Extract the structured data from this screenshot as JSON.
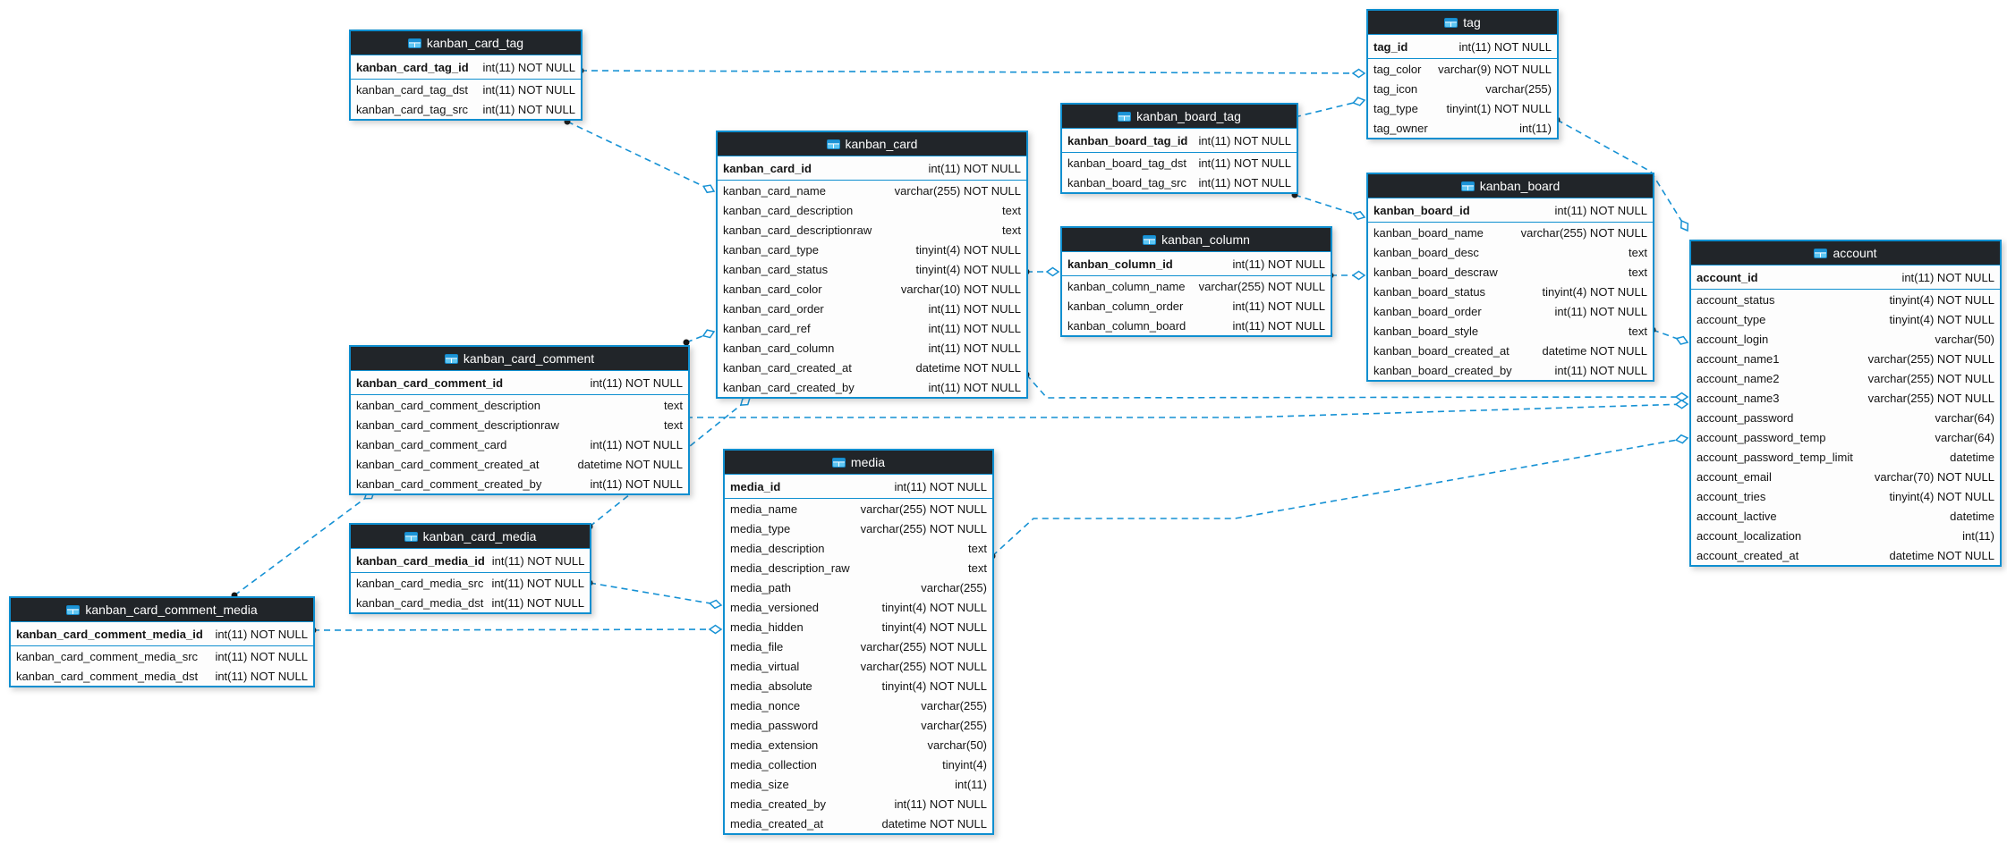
{
  "diagram": {
    "colors": {
      "accent_border": "#0f8fd0",
      "header_bg": "#212529",
      "header_text": "#ffffff",
      "line": "#1591d4",
      "dot": "#141414",
      "row_text": "#141414",
      "canvas_bg": "#ffffff"
    },
    "tables": [
      {
        "id": "kanban_card_tag",
        "name": "kanban_card_tag",
        "icon": "table-icon",
        "primary_key": {
          "name": "kanban_card_tag_id",
          "type": "int(11) NOT NULL"
        },
        "columns": [
          {
            "name": "kanban_card_tag_dst",
            "type": "int(11) NOT NULL"
          },
          {
            "name": "kanban_card_tag_src",
            "type": "int(11) NOT NULL"
          }
        ]
      },
      {
        "id": "kanban_card",
        "name": "kanban_card",
        "icon": "table-icon",
        "primary_key": {
          "name": "kanban_card_id",
          "type": "int(11) NOT NULL"
        },
        "columns": [
          {
            "name": "kanban_card_name",
            "type": "varchar(255) NOT NULL"
          },
          {
            "name": "kanban_card_description",
            "type": "text"
          },
          {
            "name": "kanban_card_descriptionraw",
            "type": "text"
          },
          {
            "name": "kanban_card_type",
            "type": "tinyint(4) NOT NULL"
          },
          {
            "name": "kanban_card_status",
            "type": "tinyint(4) NOT NULL"
          },
          {
            "name": "kanban_card_color",
            "type": "varchar(10) NOT NULL"
          },
          {
            "name": "kanban_card_order",
            "type": "int(11) NOT NULL"
          },
          {
            "name": "kanban_card_ref",
            "type": "int(11) NOT NULL"
          },
          {
            "name": "kanban_card_column",
            "type": "int(11) NOT NULL"
          },
          {
            "name": "kanban_card_created_at",
            "type": "datetime NOT NULL"
          },
          {
            "name": "kanban_card_created_by",
            "type": "int(11) NOT NULL"
          }
        ]
      },
      {
        "id": "kanban_card_comment",
        "name": "kanban_card_comment",
        "icon": "table-icon",
        "primary_key": {
          "name": "kanban_card_comment_id",
          "type": "int(11) NOT NULL"
        },
        "columns": [
          {
            "name": "kanban_card_comment_description",
            "type": "text"
          },
          {
            "name": "kanban_card_comment_descriptionraw",
            "type": "text"
          },
          {
            "name": "kanban_card_comment_card",
            "type": "int(11) NOT NULL"
          },
          {
            "name": "kanban_card_comment_created_at",
            "type": "datetime NOT NULL"
          },
          {
            "name": "kanban_card_comment_created_by",
            "type": "int(11) NOT NULL"
          }
        ]
      },
      {
        "id": "kanban_card_media",
        "name": "kanban_card_media",
        "icon": "table-icon",
        "primary_key": {
          "name": "kanban_card_media_id",
          "type": "int(11) NOT NULL"
        },
        "columns": [
          {
            "name": "kanban_card_media_src",
            "type": "int(11) NOT NULL"
          },
          {
            "name": "kanban_card_media_dst",
            "type": "int(11) NOT NULL"
          }
        ]
      },
      {
        "id": "kanban_card_comment_media",
        "name": "kanban_card_comment_media",
        "icon": "table-icon",
        "primary_key": {
          "name": "kanban_card_comment_media_id",
          "type": "int(11) NOT NULL"
        },
        "columns": [
          {
            "name": "kanban_card_comment_media_src",
            "type": "int(11) NOT NULL"
          },
          {
            "name": "kanban_card_comment_media_dst",
            "type": "int(11) NOT NULL"
          }
        ]
      },
      {
        "id": "media",
        "name": "media",
        "icon": "table-icon",
        "primary_key": {
          "name": "media_id",
          "type": "int(11) NOT NULL"
        },
        "columns": [
          {
            "name": "media_name",
            "type": "varchar(255) NOT NULL"
          },
          {
            "name": "media_type",
            "type": "varchar(255) NOT NULL"
          },
          {
            "name": "media_description",
            "type": "text"
          },
          {
            "name": "media_description_raw",
            "type": "text"
          },
          {
            "name": "media_path",
            "type": "varchar(255)"
          },
          {
            "name": "media_versioned",
            "type": "tinyint(4) NOT NULL"
          },
          {
            "name": "media_hidden",
            "type": "tinyint(4) NOT NULL"
          },
          {
            "name": "media_file",
            "type": "varchar(255) NOT NULL"
          },
          {
            "name": "media_virtual",
            "type": "varchar(255) NOT NULL"
          },
          {
            "name": "media_absolute",
            "type": "tinyint(4) NOT NULL"
          },
          {
            "name": "media_nonce",
            "type": "varchar(255)"
          },
          {
            "name": "media_password",
            "type": "varchar(255)"
          },
          {
            "name": "media_extension",
            "type": "varchar(50)"
          },
          {
            "name": "media_collection",
            "type": "tinyint(4)"
          },
          {
            "name": "media_size",
            "type": "int(11)"
          },
          {
            "name": "media_created_by",
            "type": "int(11) NOT NULL"
          },
          {
            "name": "media_created_at",
            "type": "datetime NOT NULL"
          }
        ]
      },
      {
        "id": "kanban_board_tag",
        "name": "kanban_board_tag",
        "icon": "table-icon",
        "primary_key": {
          "name": "kanban_board_tag_id",
          "type": "int(11) NOT NULL"
        },
        "columns": [
          {
            "name": "kanban_board_tag_dst",
            "type": "int(11) NOT NULL"
          },
          {
            "name": "kanban_board_tag_src",
            "type": "int(11) NOT NULL"
          }
        ]
      },
      {
        "id": "kanban_column",
        "name": "kanban_column",
        "icon": "table-icon",
        "primary_key": {
          "name": "kanban_column_id",
          "type": "int(11) NOT NULL"
        },
        "columns": [
          {
            "name": "kanban_column_name",
            "type": "varchar(255) NOT NULL"
          },
          {
            "name": "kanban_column_order",
            "type": "int(11) NOT NULL"
          },
          {
            "name": "kanban_column_board",
            "type": "int(11) NOT NULL"
          }
        ]
      },
      {
        "id": "tag",
        "name": "tag",
        "icon": "table-icon",
        "primary_key": {
          "name": "tag_id",
          "type": "int(11) NOT NULL"
        },
        "columns": [
          {
            "name": "tag_color",
            "type": "varchar(9) NOT NULL"
          },
          {
            "name": "tag_icon",
            "type": "varchar(255)"
          },
          {
            "name": "tag_type",
            "type": "tinyint(1) NOT NULL"
          },
          {
            "name": "tag_owner",
            "type": "int(11)"
          }
        ]
      },
      {
        "id": "kanban_board",
        "name": "kanban_board",
        "icon": "table-icon",
        "primary_key": {
          "name": "kanban_board_id",
          "type": "int(11) NOT NULL"
        },
        "columns": [
          {
            "name": "kanban_board_name",
            "type": "varchar(255) NOT NULL"
          },
          {
            "name": "kanban_board_desc",
            "type": "text"
          },
          {
            "name": "kanban_board_descraw",
            "type": "text"
          },
          {
            "name": "kanban_board_status",
            "type": "tinyint(4) NOT NULL"
          },
          {
            "name": "kanban_board_order",
            "type": "int(11) NOT NULL"
          },
          {
            "name": "kanban_board_style",
            "type": "text"
          },
          {
            "name": "kanban_board_created_at",
            "type": "datetime NOT NULL"
          },
          {
            "name": "kanban_board_created_by",
            "type": "int(11) NOT NULL"
          }
        ]
      },
      {
        "id": "account",
        "name": "account",
        "icon": "table-icon",
        "primary_key": {
          "name": "account_id",
          "type": "int(11) NOT NULL"
        },
        "columns": [
          {
            "name": "account_status",
            "type": "tinyint(4) NOT NULL"
          },
          {
            "name": "account_type",
            "type": "tinyint(4) NOT NULL"
          },
          {
            "name": "account_login",
            "type": "varchar(50)"
          },
          {
            "name": "account_name1",
            "type": "varchar(255) NOT NULL"
          },
          {
            "name": "account_name2",
            "type": "varchar(255) NOT NULL"
          },
          {
            "name": "account_name3",
            "type": "varchar(255) NOT NULL"
          },
          {
            "name": "account_password",
            "type": "varchar(64)"
          },
          {
            "name": "account_password_temp",
            "type": "varchar(64)"
          },
          {
            "name": "account_password_temp_limit",
            "type": "datetime"
          },
          {
            "name": "account_email",
            "type": "varchar(70) NOT NULL"
          },
          {
            "name": "account_tries",
            "type": "tinyint(4) NOT NULL"
          },
          {
            "name": "account_lactive",
            "type": "datetime"
          },
          {
            "name": "account_localization",
            "type": "int(11)"
          },
          {
            "name": "account_created_at",
            "type": "datetime NOT NULL"
          }
        ]
      }
    ],
    "relationships": [
      {
        "from": "kanban_card_tag",
        "to": "tag"
      },
      {
        "from": "kanban_card_tag",
        "to": "kanban_card"
      },
      {
        "from": "kanban_card_comment",
        "to": "kanban_card"
      },
      {
        "from": "kanban_card_media",
        "to": "kanban_card"
      },
      {
        "from": "kanban_card_media",
        "to": "media"
      },
      {
        "from": "kanban_card_comment_media",
        "to": "kanban_card_comment"
      },
      {
        "from": "kanban_card_comment_media",
        "to": "media"
      },
      {
        "from": "kanban_card",
        "to": "kanban_column"
      },
      {
        "from": "kanban_column",
        "to": "kanban_board"
      },
      {
        "from": "kanban_board_tag",
        "to": "tag"
      },
      {
        "from": "kanban_board_tag",
        "to": "kanban_board"
      },
      {
        "from": "tag",
        "to": "account"
      },
      {
        "from": "kanban_board",
        "to": "account"
      },
      {
        "from": "kanban_card",
        "to": "account"
      },
      {
        "from": "kanban_card_comment",
        "to": "account"
      },
      {
        "from": "media",
        "to": "account"
      }
    ]
  }
}
